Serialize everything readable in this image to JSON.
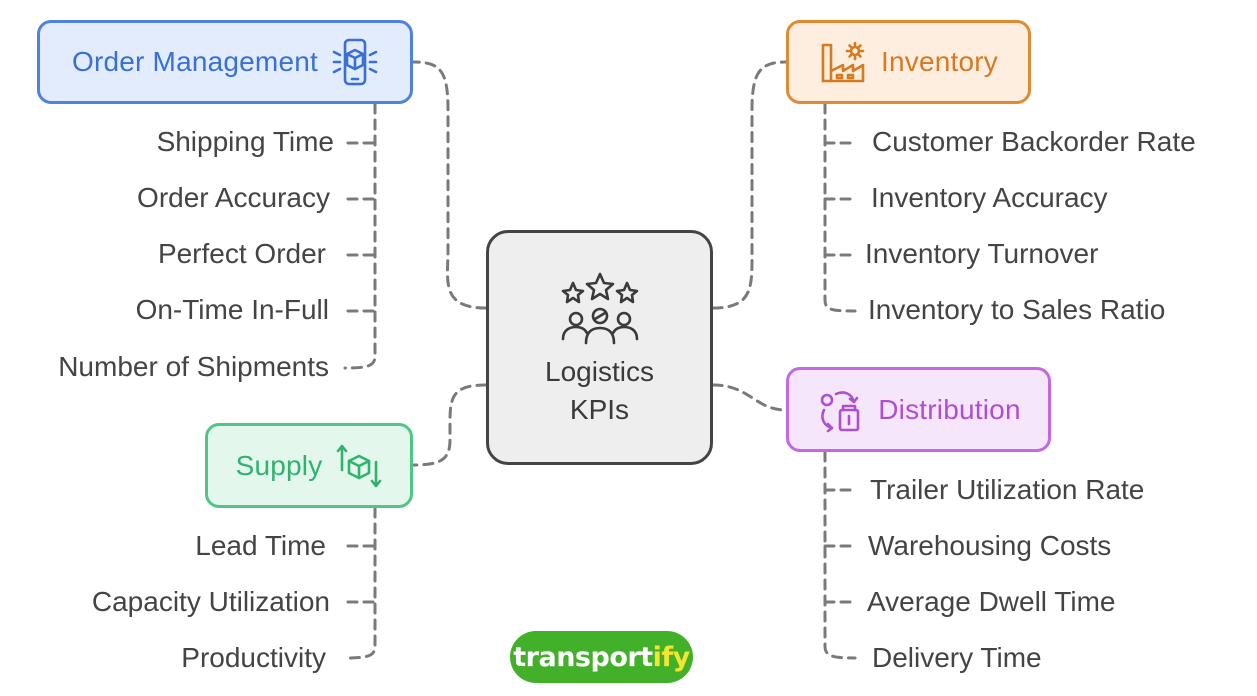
{
  "center": {
    "line1": "Logistics",
    "line2": "KPIs",
    "icon": "team-stars-icon"
  },
  "order_management": {
    "title": "Order Management",
    "icon": "phone-box-icon",
    "items": [
      "Shipping Time",
      "Order Accuracy",
      "Perfect Order",
      "On-Time In-Full",
      "Number of Shipments"
    ]
  },
  "inventory": {
    "title": "Inventory",
    "icon": "factory-icon",
    "items": [
      "Customer Backorder Rate",
      "Inventory Accuracy",
      "Inventory Turnover",
      "Inventory to Sales Ratio"
    ]
  },
  "supply": {
    "title": "Supply",
    "icon": "box-arrows-icon",
    "items": [
      "Lead Time",
      "Capacity Utilization",
      "Productivity"
    ]
  },
  "distribution": {
    "title": "Distribution",
    "icon": "cycle-package-icon",
    "items": [
      "Trailer Utilization Rate",
      "Warehousing Costs",
      "Average Dwell Time",
      "Delivery Time"
    ]
  },
  "brand": {
    "name_main": "transport",
    "name_accent": "ify"
  },
  "colors": {
    "order": "#4f82df",
    "inventory": "#e08a33",
    "supply": "#4ec786",
    "distribution": "#c468e3",
    "center": "#444444",
    "brand": "#43b02a"
  }
}
